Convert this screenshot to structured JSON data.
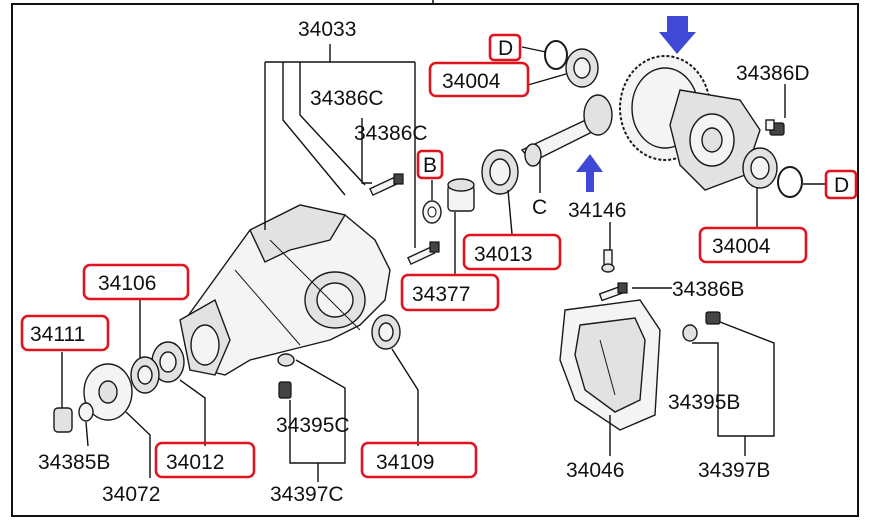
{
  "labels": {
    "p34033": "34033",
    "p34386C_a": "34386C",
    "p34386C_b": "34386C",
    "p34004_top": "34004",
    "p34004_right": "34004",
    "p34386D": "34386D",
    "p34013": "34013",
    "p34377": "34377",
    "p34146": "34146",
    "p34386B": "34386B",
    "p34106": "34106",
    "p34111": "34111",
    "p34385B": "34385B",
    "p34012": "34012",
    "p34072": "34072",
    "p34395C": "34395C",
    "p34397C": "34397C",
    "p34109": "34109",
    "p34046": "34046",
    "p34395B": "34395B",
    "p34397B": "34397B",
    "markB": "B",
    "markC": "C",
    "markD_top": "D",
    "markD_right": "D"
  },
  "colors": {
    "highlight": "#e0141e",
    "arrow": "#3f49d6"
  }
}
